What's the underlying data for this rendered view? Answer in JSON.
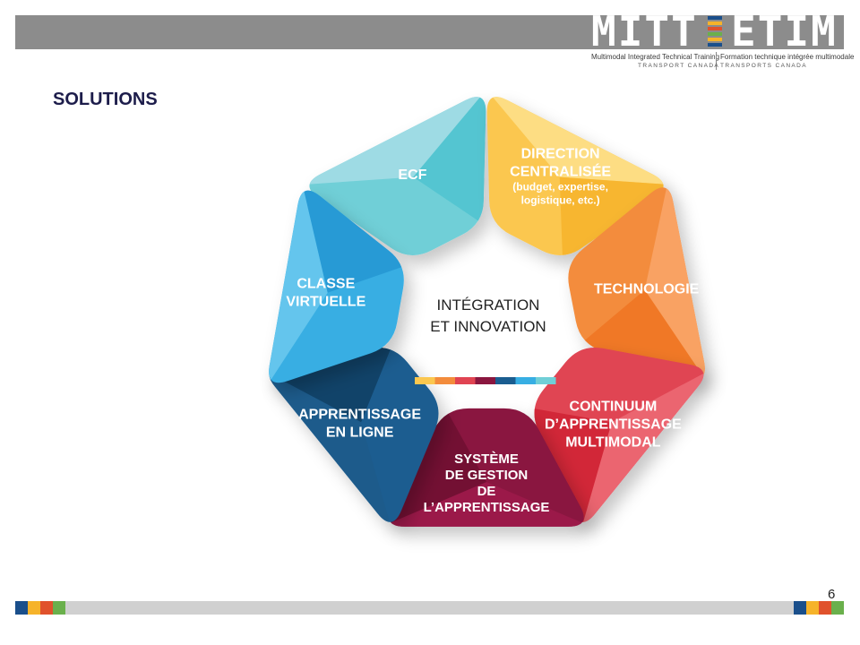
{
  "header": {
    "logo_word_left": "MITT",
    "logo_word_right": "ETIM",
    "logo_subtitle_en": "Multimodal Integrated Technical Training",
    "logo_subtitle_fr": "Formation technique intégrée multimodale",
    "logo_org_en": "TRANSPORT CANADA",
    "logo_org_fr": "TRANSPORTS CANADA"
  },
  "slide_title": "SOLUTIONS",
  "center": {
    "line1": "INTÉGRATION",
    "line2": "ET INNOVATION"
  },
  "segments": [
    {
      "id": "ecf",
      "lines": [
        "ECF"
      ],
      "colors": [
        "#a6dde6",
        "#4fc3d0",
        "#70cfd7"
      ]
    },
    {
      "id": "direction",
      "lines": [
        "DIRECTION",
        "CENTRALISÉE"
      ],
      "sublines": [
        "(budget, expertise,",
        "logistique, etc.)"
      ],
      "colors": [
        "#fde08c",
        "#f6b32a",
        "#fbc74f"
      ]
    },
    {
      "id": "technologie",
      "lines": [
        "TECHNOLOGIE"
      ],
      "colors": [
        "#f9a66a",
        "#ee7422",
        "#f38c3c"
      ]
    },
    {
      "id": "continuum",
      "lines": [
        "CONTINUUM",
        "D’APPRENTISSAGE",
        "MULTIMODAL"
      ],
      "colors": [
        "#ec6b76",
        "#cf2234",
        "#e04452"
      ]
    },
    {
      "id": "systeme",
      "lines": [
        "SYSTÈME",
        "DE GESTION",
        "DE",
        "L’APPRENTISSAGE"
      ],
      "colors": [
        "#9e1a4b",
        "#6e0f31",
        "#8a163f"
      ]
    },
    {
      "id": "apprentissage",
      "lines": [
        "APPRENTISSAGE",
        "EN LIGNE"
      ],
      "colors": [
        "#1d5a8b",
        "#0f3e63",
        "#1a5d90"
      ]
    },
    {
      "id": "classe",
      "lines": [
        "CLASSE",
        "VIRTUELLE"
      ],
      "colors": [
        "#6cc9ef",
        "#2596d2",
        "#37aee3"
      ]
    }
  ],
  "color_strip": [
    "#fbc74f",
    "#f38c3c",
    "#e04452",
    "#8a163f",
    "#1a5d90",
    "#37aee3",
    "#70cfd7"
  ],
  "footer": {
    "page_number": "6",
    "left_squares": [
      "#1a4f8b",
      "#f6b32a",
      "#e0522c",
      "#6ab04c"
    ],
    "right_squares": [
      "#1a4f8b",
      "#f6b32a",
      "#e0522c",
      "#6ab04c"
    ]
  }
}
